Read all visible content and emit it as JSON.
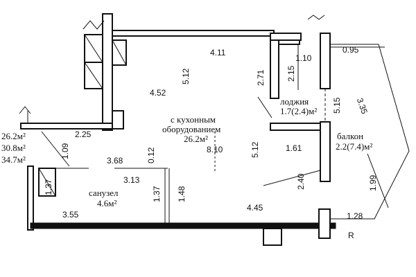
{
  "plan": {
    "room_main": {
      "line1": "с кухонным",
      "line2": "оборудованием",
      "area": "26.2м²"
    },
    "loggia": {
      "name": "лоджия",
      "area": "1.7(2.4)м²"
    },
    "balcony": {
      "name": "балкон",
      "area": "2.2(7.4)м²"
    },
    "bathroom": {
      "name": "санузел",
      "area": "4.6м²"
    },
    "totals": [
      "26.2м²",
      "30.8м²",
      "34.7м²"
    ],
    "dims": {
      "d411": "4.11",
      "d512a": "5.12",
      "d452": "4.52",
      "d271": "2.71",
      "d215": "2.15",
      "d110": "1.10",
      "d095": "0.95",
      "d515": "5.15",
      "d335": "3.35",
      "d225": "2.25",
      "d109": "1.09",
      "d368": "3.68",
      "d012": "0.12",
      "d810": "8.10",
      "d512b": "5.12",
      "d161": "1.61",
      "d313": "3.13",
      "d137a": "1.37",
      "d137b": "1.37",
      "d148": "1.48",
      "d240": "2.40",
      "d199": "1.99",
      "d355": "3.55",
      "d445": "4.45",
      "d128": "1.28",
      "north": "R"
    }
  }
}
